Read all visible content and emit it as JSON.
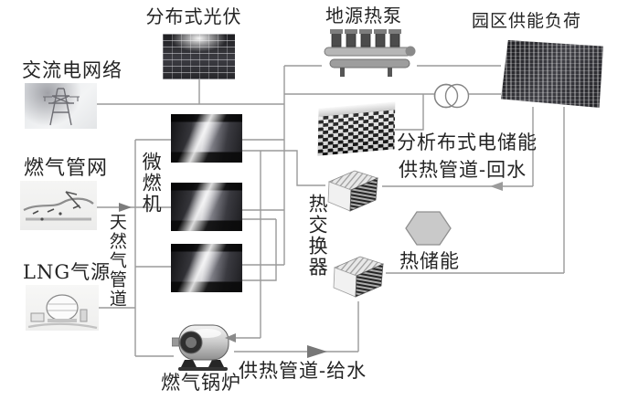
{
  "diagram": {
    "description": "Integrated park energy system diagram",
    "colors": {
      "background": "#ffffff",
      "line": "#9a9a9a",
      "arrow": "#808080",
      "text": "#242424",
      "hexagon_fill": "#c9c9c9",
      "hexagon_stroke": "#8f8f8f"
    },
    "nodes": {
      "pv": {
        "label": "分布式光伏"
      },
      "heat_pump": {
        "label": "地源热泵"
      },
      "park_load": {
        "label": "园区供能负荷"
      },
      "ac_grid": {
        "label": "交流电网络"
      },
      "gas_network": {
        "label": "燃气管网"
      },
      "lng_source": {
        "label": "LNG气源"
      },
      "micro_turbine": {
        "label": "微燃机"
      },
      "natural_gas_pipeline": {
        "label": "天然气管道"
      },
      "distributed_storage": {
        "label": "分析布式电储能"
      },
      "heating_return": {
        "label": "供热管道-回水"
      },
      "heat_exchanger": {
        "label": "热交换器"
      },
      "thermal_storage": {
        "label": "热储能"
      },
      "gas_boiler": {
        "label": "燃气锅炉"
      },
      "heating_supply": {
        "label": "供热管道-给水"
      }
    },
    "icons": {
      "transformer-icon": "two overlapping circles",
      "thermal-storage-hexagon-icon": "gray hexagon",
      "flow-arrows": "gray triangular arrowheads on pipelines"
    }
  }
}
